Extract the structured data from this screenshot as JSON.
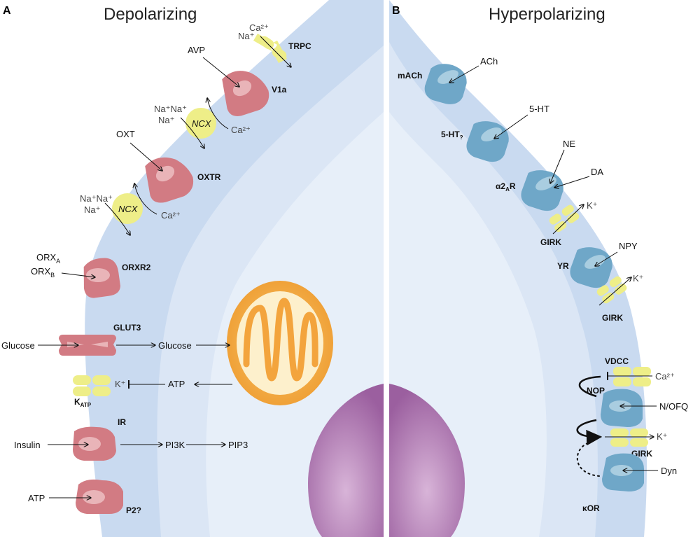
{
  "panel_a": {
    "letter": "A",
    "title": "Depolarizing"
  },
  "panel_b": {
    "letter": "B",
    "title": "Hyperpolarizing"
  },
  "depolarizing": {
    "trpc": {
      "label": "TRPC",
      "ion1": "Ca²⁺",
      "ion2": "Na⁺"
    },
    "v1a": {
      "label": "V1a",
      "ligand": "AVP"
    },
    "ncx1": {
      "label": "NCX",
      "na1": "Na⁺Na⁺",
      "na2": "Na⁺",
      "ca": "Ca²⁺"
    },
    "oxtr": {
      "label": "OXTR",
      "ligand": "OXT"
    },
    "ncx2": {
      "label": "NCX",
      "na1": "Na⁺Na⁺",
      "na2": "Na⁺",
      "ca": "Ca²⁺"
    },
    "orxr2": {
      "label": "ORXR2",
      "ligand1": "ORX",
      "sub1": "A",
      "ligand2": "ORX",
      "sub2": "B"
    },
    "glut3": {
      "label": "GLUT3",
      "outside": "Glucose",
      "inside": "Glucose"
    },
    "katp": {
      "label": "K",
      "sub": "ATP",
      "ion": "K⁺",
      "atp": "ATP"
    },
    "ir": {
      "label": "IR",
      "ligand": "Insulin",
      "pi3k": "PI3K",
      "pip3": "PIP3"
    },
    "p2": {
      "label": "P2?",
      "ligand": "ATP"
    }
  },
  "hyperpolarizing": {
    "mach": {
      "label": "mACh",
      "ligand": "ACh"
    },
    "ht": {
      "label": "5-HT",
      "sub": "?",
      "ligand": "5-HT"
    },
    "a2ar": {
      "label": "α2",
      "sub": "A",
      "suffix": "R",
      "ligand1": "NE",
      "ligand2": "DA"
    },
    "girk1": {
      "label": "GIRK",
      "ion": "K⁺"
    },
    "yr": {
      "label": "YR",
      "ligand": "NPY"
    },
    "girk2": {
      "label": "GIRK",
      "ion": "K⁺"
    },
    "vdcc": {
      "label": "VDCC",
      "ion": "Ca²⁺"
    },
    "nop": {
      "label": "NOP",
      "ligand": "N/OFQ"
    },
    "girk3": {
      "label": "GIRK",
      "ion": "K⁺"
    },
    "kor": {
      "label": "κOR",
      "ligand": "Dyn"
    }
  },
  "colors": {
    "membrane": "#c9daf0",
    "cytoplasm": "#dfe9f7",
    "inner": "#e8f0fa",
    "receptor_red": "#d27b83",
    "receptor_blue": "#6fa7c8",
    "channel_yellow": "#eeee88",
    "mito": "#f3a43d",
    "nucleus": "#a46fa8"
  }
}
